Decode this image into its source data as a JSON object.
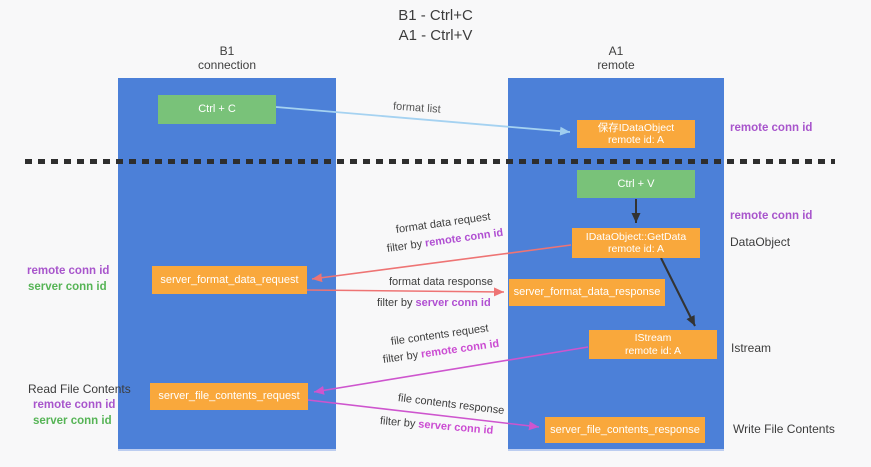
{
  "title": {
    "line1": "B1 - Ctrl+C",
    "line2": "A1 - Ctrl+V"
  },
  "columns": {
    "left": {
      "name": "B1",
      "role": "connection"
    },
    "right": {
      "name": "A1",
      "role": "remote"
    }
  },
  "boxes": {
    "ctrl_c": "Ctrl + C",
    "ctrl_v": "Ctrl + V",
    "save_idataobject": {
      "line1": "保存IDataObject",
      "line2": "remote id: A"
    },
    "getdata": {
      "line1": "IDataObject::GetData",
      "line2": "remote id: A"
    },
    "istream": {
      "line1": "IStream",
      "line2": "remote id: A"
    },
    "server_format_data_request": "server_format_data_request",
    "server_format_data_response": "server_format_data_response",
    "server_file_contents_request": "server_file_contents_request",
    "server_file_contents_response": "server_file_contents_response"
  },
  "labels": {
    "format_list": "format list",
    "filter_by": "filter by",
    "remote_conn_id": "remote conn id",
    "server_conn_id": "server conn id",
    "format_data_request": "format data request",
    "format_data_response": "format data response",
    "file_contents_request": "file contents request",
    "file_contents_response": "file contents response",
    "data_object": "DataObject",
    "istream": "Istream",
    "read_file_contents": "Read File Contents",
    "write_file_contents": "Write File Contents"
  },
  "colors": {
    "column_blue": "#4c80d8",
    "box_orange": "#f9a83c",
    "box_green": "#79c279",
    "arrow_salmon": "#ee7474",
    "arrow_magenta": "#ce55ce",
    "arrow_lightblue": "#a5d2f1",
    "arrow_black": "#333333",
    "text_purple": "#a855cc",
    "text_magenta": "#cb4cd2",
    "text_green": "#56b456",
    "dash_line": "#2e2e2e"
  }
}
